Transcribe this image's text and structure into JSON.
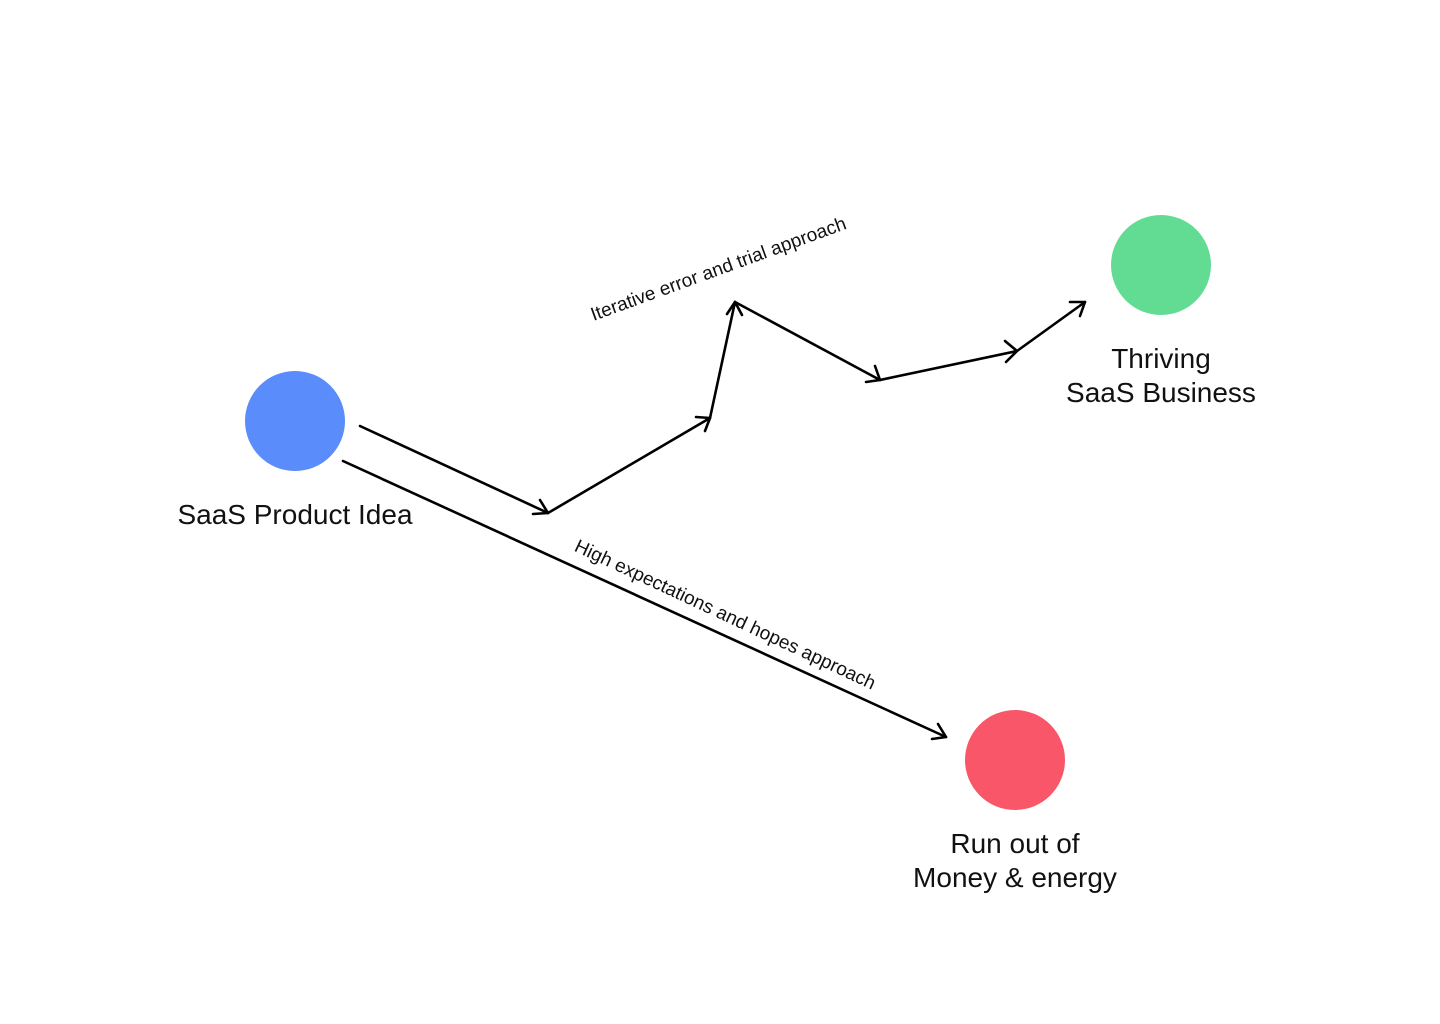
{
  "nodes": {
    "start": {
      "label": "SaaS Product Idea",
      "color": "#5B8CFB"
    },
    "success": {
      "label_line1": "Thriving",
      "label_line2": "SaaS Business",
      "color": "#62DC92"
    },
    "failure": {
      "label_line1": "Run out of",
      "label_line2": "Money & energy",
      "color": "#FA5669"
    }
  },
  "paths": {
    "iterative": {
      "label": "Iterative error and trial approach"
    },
    "hopes": {
      "label": "High expectations and hopes approach"
    }
  },
  "colors": {
    "line": "#000000",
    "background": "#FFFFFF"
  }
}
